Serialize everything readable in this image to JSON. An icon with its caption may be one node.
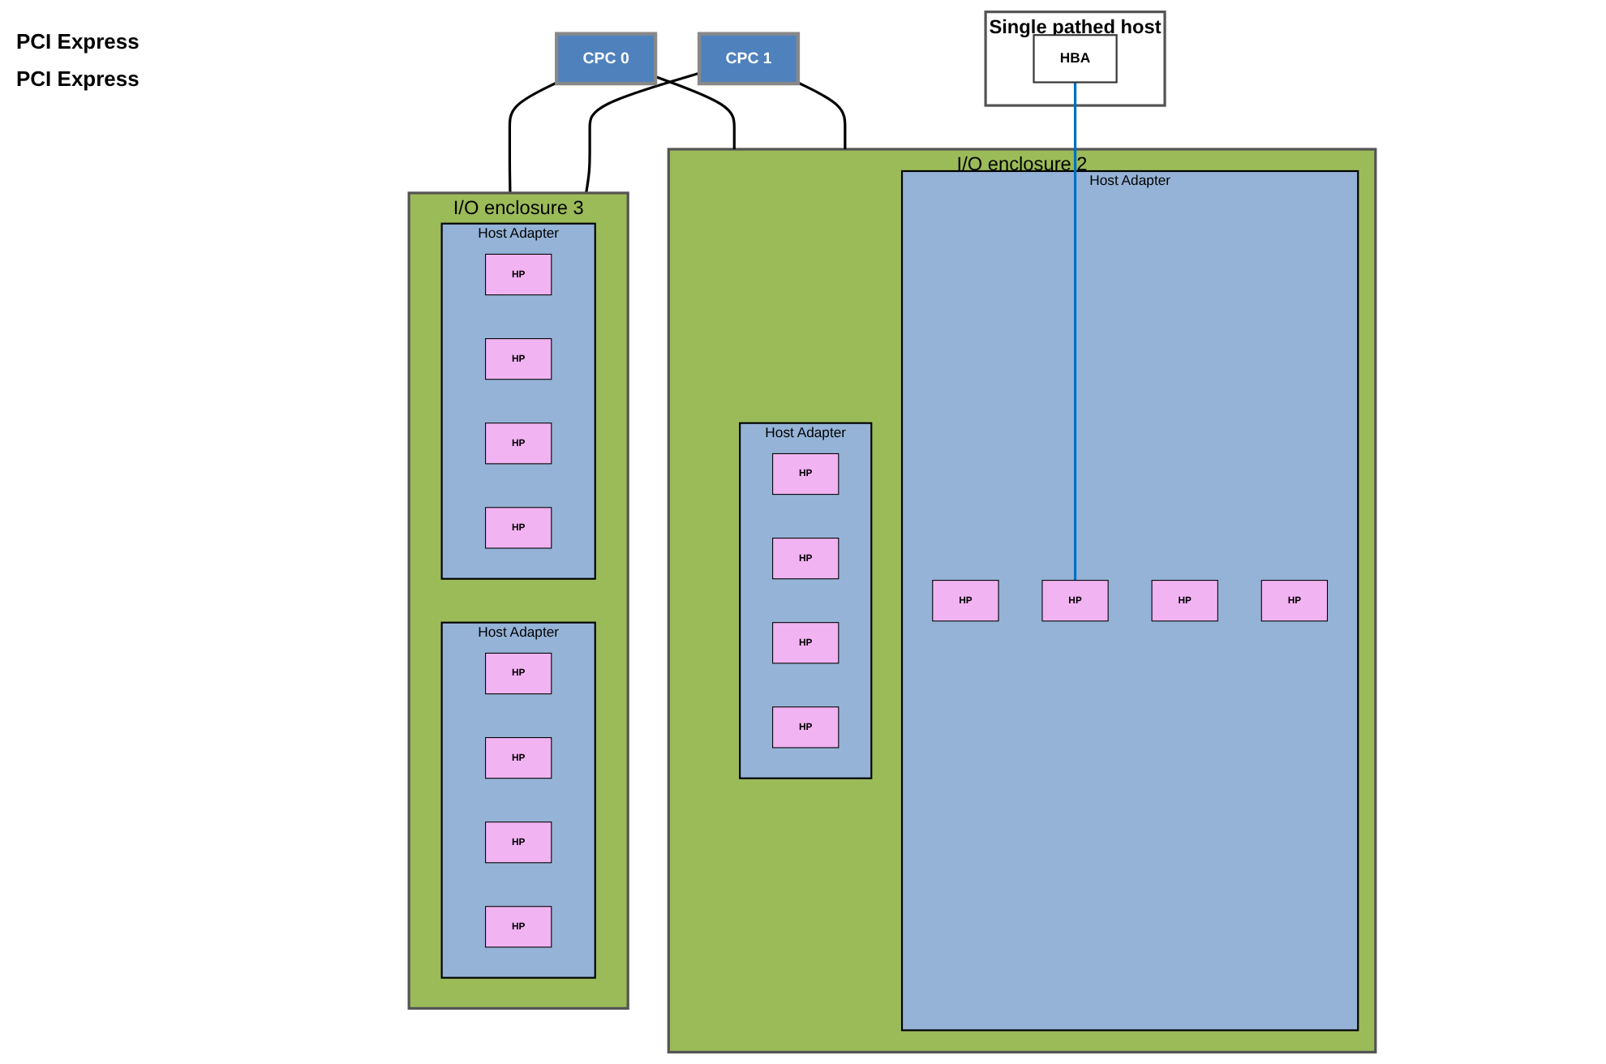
{
  "diagram": {
    "nodes": [
      {
        "text": [
          "Single pathed host"
        ]
      },
      {
        "text": [
          "HBA"
        ],
        "in": 0
      },
      {
        "text": [
          "I/O enclosure 2"
        ]
      },
      {
        "text": [
          "Host Adapter"
        ],
        "in": 2
      },
      {
        "text": [
          "HP"
        ],
        "in": 3
      },
      {
        "text": [
          "HP"
        ],
        "in": 3
      },
      {
        "text": [
          "HP"
        ],
        "in": 3
      },
      {
        "text": [
          "HP"
        ],
        "in": 3
      },
      {
        "text": [
          "Host Adapter"
        ],
        "in": 2
      },
      {
        "text": [
          "HP"
        ],
        "in": 8
      },
      {
        "text": [
          "HP"
        ],
        "in": 8
      },
      {
        "text": [
          "HP"
        ],
        "in": 8
      },
      {
        "text": [
          "HP"
        ],
        "in": 8
      },
      {
        "text": [
          "I/O enclosure 3"
        ]
      },
      {
        "text": [
          "Host Adapter"
        ],
        "in": 13
      },
      {
        "text": [
          "HP"
        ],
        "in": 14
      },
      {
        "text": [
          "HP"
        ],
        "in": 14
      },
      {
        "text": [
          "HP"
        ],
        "in": 14
      },
      {
        "text": [
          "HP"
        ],
        "in": 14
      },
      {
        "text": [
          "Host Adapter"
        ],
        "in": 13
      },
      {
        "text": [
          "HP"
        ],
        "in": 19
      },
      {
        "text": [
          "HP"
        ],
        "in": 19
      },
      {
        "text": [
          "HP"
        ],
        "in": 19
      },
      {
        "text": [
          "HP"
        ],
        "in": 19
      },
      {
        "text": [
          "CPC 0"
        ]
      },
      {
        "text": [
          "CPC 1"
        ]
      }
    ],
    "edges": [
      {
        "from": 1,
        "to": 5,
        "arrow": "none",
        "color": "#0070c0"
      },
      {
        "from": 24,
        "to": 2,
        "arrow": "none"
      },
      {
        "from": 24,
        "to": 13,
        "arrow": "none"
      },
      {
        "from": 25,
        "to": 2,
        "arrow": "none"
      },
      {
        "from": 25,
        "to": 13,
        "arrow": "none"
      }
    ],
    "labels": [
      "PCI Express",
      "PCI Express"
    ]
  }
}
